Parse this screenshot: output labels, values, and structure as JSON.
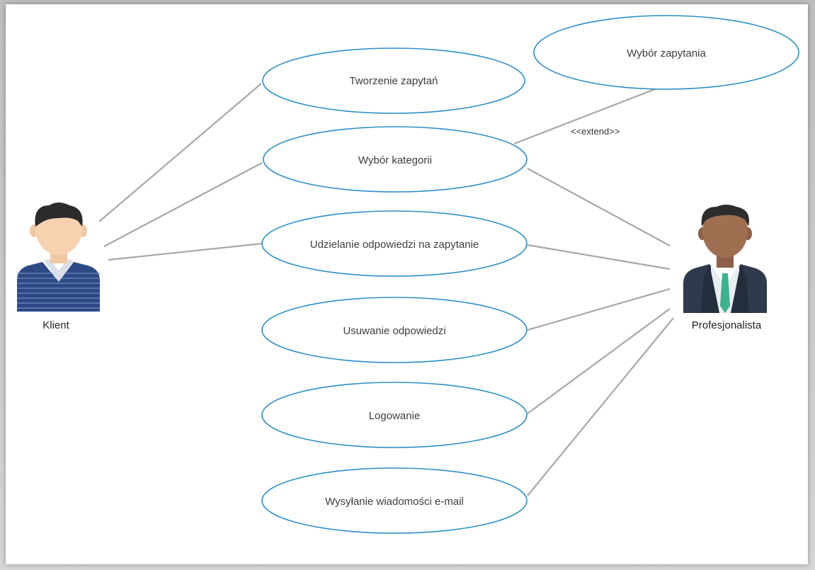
{
  "actors": {
    "client": {
      "label": "Klient",
      "icon": "man-striped-shirt-icon"
    },
    "professional": {
      "label": "Profesjonalista",
      "icon": "businessman-suit-icon"
    }
  },
  "use_cases": [
    {
      "id": "tworzenie",
      "label": "Tworzenie zapytań"
    },
    {
      "id": "kategoria",
      "label": "Wybór kategorii"
    },
    {
      "id": "odpowiedz",
      "label": "Udzielanie odpowiedzi na zapytanie"
    },
    {
      "id": "usuwanie",
      "label": "Usuwanie odpowiedzi"
    },
    {
      "id": "logowanie",
      "label": "Logowanie"
    },
    {
      "id": "email",
      "label": "Wysyłanie wiadomości e-mail"
    },
    {
      "id": "wybor_zapytania",
      "label": "Wybór zapytania"
    }
  ],
  "relations": {
    "extend_label": "<<extend>>"
  },
  "colors": {
    "ellipse_stroke": "#2b8fc7",
    "line": "#a7a7a7"
  }
}
